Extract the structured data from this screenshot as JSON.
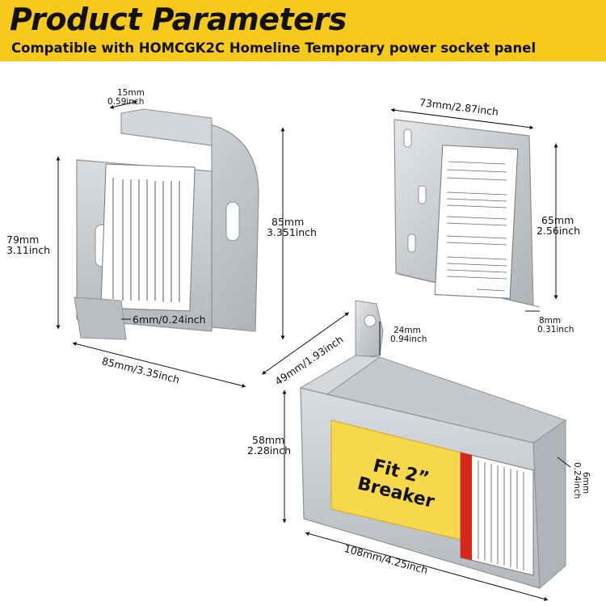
{
  "header": {
    "title": "Product Parameters",
    "subtitle": "Compatible with HOMCGK2C Homeline Temporary power socket panel"
  },
  "part_a": {
    "top_dim": [
      "15mm",
      "0.59inch"
    ],
    "height_dim": [
      "85mm",
      "3.351inch"
    ],
    "left_dim": [
      "79mm",
      "3.11inch"
    ],
    "tab_dim": "6mm/0.24inch",
    "bottom_dim": "85mm/3.35inch"
  },
  "part_b": {
    "top_dim": "73mm/2.87inch",
    "height_dim": [
      "65mm",
      "2.56inch"
    ],
    "bottom_dim": [
      "8mm",
      "0.31inch"
    ]
  },
  "part_c": {
    "diag_dim": "49mm/1.93inch",
    "flange_dim": [
      "24mm",
      "0.94inch"
    ],
    "height_dim": [
      "58mm",
      "2.28inch"
    ],
    "side_dim": [
      "6mm",
      "0.24inch"
    ],
    "bottom_dim": "108mm/4.25inch",
    "label_line1": "Fit 2”",
    "label_line2": "Breaker"
  },
  "colors": {
    "header": "#f7c91a",
    "metal": "#c9cdd1",
    "label_yellow": "#f6d84a",
    "danger_red": "#d9261c"
  }
}
